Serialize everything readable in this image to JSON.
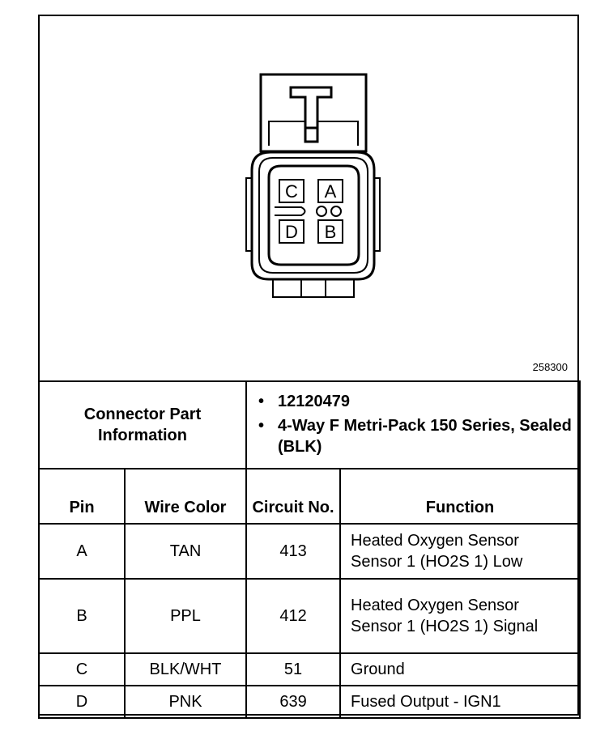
{
  "figure": {
    "id": "258300",
    "pin_labels": [
      "C",
      "A",
      "D",
      "B"
    ]
  },
  "connector_info": {
    "label": "Connector Part Information",
    "items": [
      "12120479",
      "4-Way F Metri-Pack 150 Series, Sealed (BLK)"
    ]
  },
  "table": {
    "headers": {
      "pin": "Pin",
      "wire_color": "Wire Color",
      "circuit": "Circuit No.",
      "function": "Function"
    },
    "rows": [
      {
        "pin": "A",
        "wire_color": "TAN",
        "circuit": "413",
        "function": "Heated Oxygen Sensor Sensor 1 (HO2S 1) Low"
      },
      {
        "pin": "B",
        "wire_color": "PPL",
        "circuit": "412",
        "function": "Heated Oxygen Sensor Sensor 1 (HO2S 1) Signal"
      },
      {
        "pin": "C",
        "wire_color": "BLK/WHT",
        "circuit": "51",
        "function": "Ground"
      },
      {
        "pin": "D",
        "wire_color": "PNK",
        "circuit": "639",
        "function": "Fused Output - IGN1"
      }
    ]
  }
}
